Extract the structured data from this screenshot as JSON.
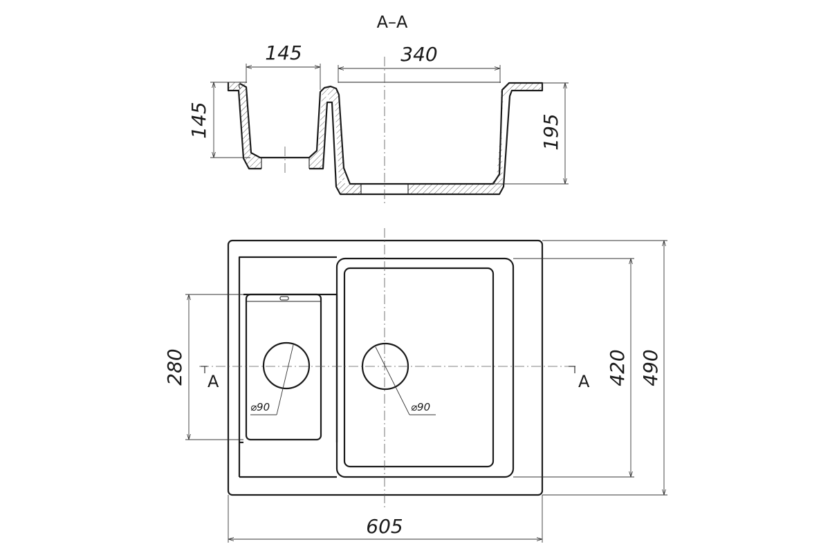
{
  "section": {
    "title": "A–A",
    "dims": {
      "small_bowl_width": "145",
      "large_bowl_width": "340",
      "small_bowl_depth": "145",
      "large_bowl_depth": "195"
    }
  },
  "plan": {
    "dims": {
      "overall_width": "605",
      "overall_depth": "490",
      "large_bowl_length": "420",
      "small_bowl_length": "280",
      "small_drain_diameter": "⌀90",
      "large_drain_diameter": "⌀90"
    },
    "section_marks": {
      "left": "A",
      "right": "A"
    }
  }
}
